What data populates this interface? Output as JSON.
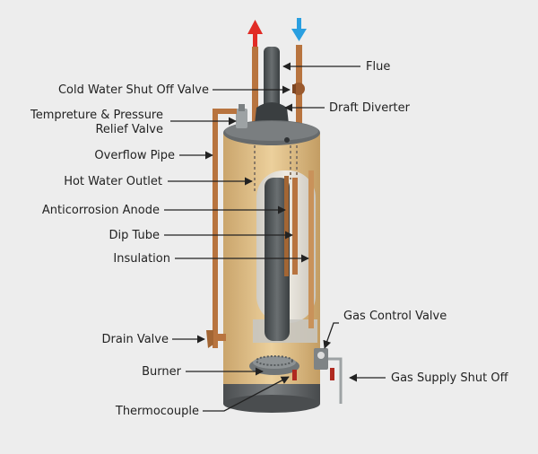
{
  "diagram": {
    "labels": {
      "flue": "Flue",
      "cold_water_shut_off_valve": "Cold Water Shut Off Valve",
      "draft_diverter": "Draft Diverter",
      "temp_pressure_relief_line1": "Tempreture & Pressure",
      "temp_pressure_relief_line2": "Relief Valve",
      "overflow_pipe": "Overflow Pipe",
      "hot_water_outlet": "Hot Water Outlet",
      "anticorrosion_anode": "Anticorrosion Anode",
      "dip_tube": "Dip Tube",
      "insulation": "Insulation",
      "gas_control_valve": "Gas Control Valve",
      "drain_valve": "Drain Valve",
      "burner": "Burner",
      "gas_supply_shut_off": "Gas Supply Shut Off",
      "thermocouple": "Thermocouple"
    },
    "colors": {
      "background": "#ededed",
      "tank_outer": "#e2c08a",
      "tank_dark": "#5b5e60",
      "copper": "#b8743f",
      "flue": "#4d5254",
      "hot_arrow": "#e12b25",
      "cold_arrow": "#2a9fe0"
    }
  }
}
